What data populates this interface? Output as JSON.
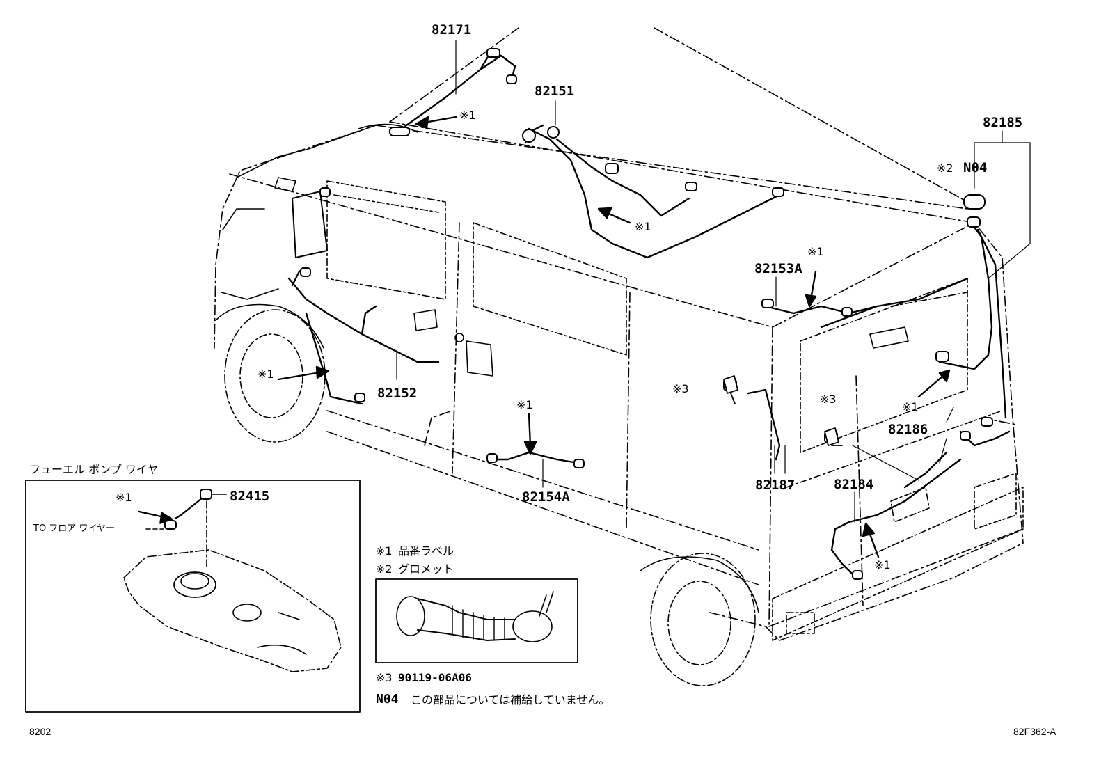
{
  "parts": {
    "p82171": "82171",
    "p82151": "82151",
    "p82185": "82185",
    "p82153A": "82153A",
    "p82152": "82152",
    "p82154A": "82154A",
    "p82186": "82186",
    "p82187": "82187",
    "p82184": "82184",
    "p82415": "82415",
    "n04_tag": "N04"
  },
  "marks": {
    "m1": "※1",
    "m2": "※2",
    "m3": "※3"
  },
  "inset": {
    "title": "フューエル ポンプ ワイヤ",
    "to_floor": "TO フロア ワイヤー"
  },
  "legend": {
    "l1_mark": "※1",
    "l1_text": "品番ラベル",
    "l2_mark": "※2",
    "l2_text": "グロメット",
    "l3_mark": "※3",
    "l3_part": "90119-06A06",
    "n04_code": "N04",
    "n04_text": "この部品については補給していません。"
  },
  "footer": {
    "left_code": "8202",
    "right_code": "82F362-A"
  }
}
